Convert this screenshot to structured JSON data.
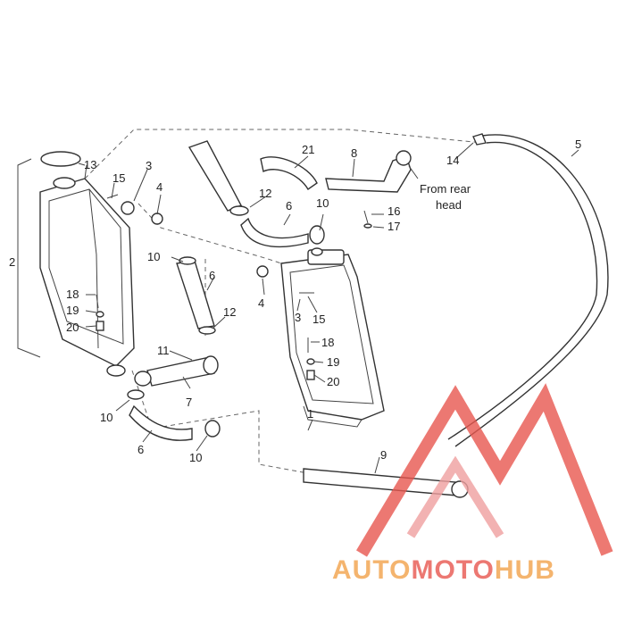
{
  "labels": {
    "p1": "1",
    "p2": "2",
    "p3a": "3",
    "p3b": "3",
    "p4a": "4",
    "p4b": "4",
    "p5": "5",
    "p6a": "6",
    "p6b": "6",
    "p6c": "6",
    "p7": "7",
    "p8": "8",
    "p9": "9",
    "p10a": "10",
    "p10b": "10",
    "p10c": "10",
    "p10d": "10",
    "p11": "11",
    "p12a": "12",
    "p12b": "12",
    "p13": "13",
    "p14": "14",
    "p15a": "15",
    "p15b": "15",
    "p16": "16",
    "p17": "17",
    "p18a": "18",
    "p18b": "18",
    "p19a": "19",
    "p19b": "19",
    "p20a": "20",
    "p20b": "20",
    "p21": "21"
  },
  "note": {
    "line1": "From rear",
    "line2": "head"
  },
  "watermark": {
    "part1": "AUTO",
    "part2": "MOTO",
    "part3": "HUB"
  },
  "colors": {
    "watermark_red": "#e8574f",
    "watermark_orange": "#f2a24a",
    "watermark_pink": "#f0a0a0"
  }
}
